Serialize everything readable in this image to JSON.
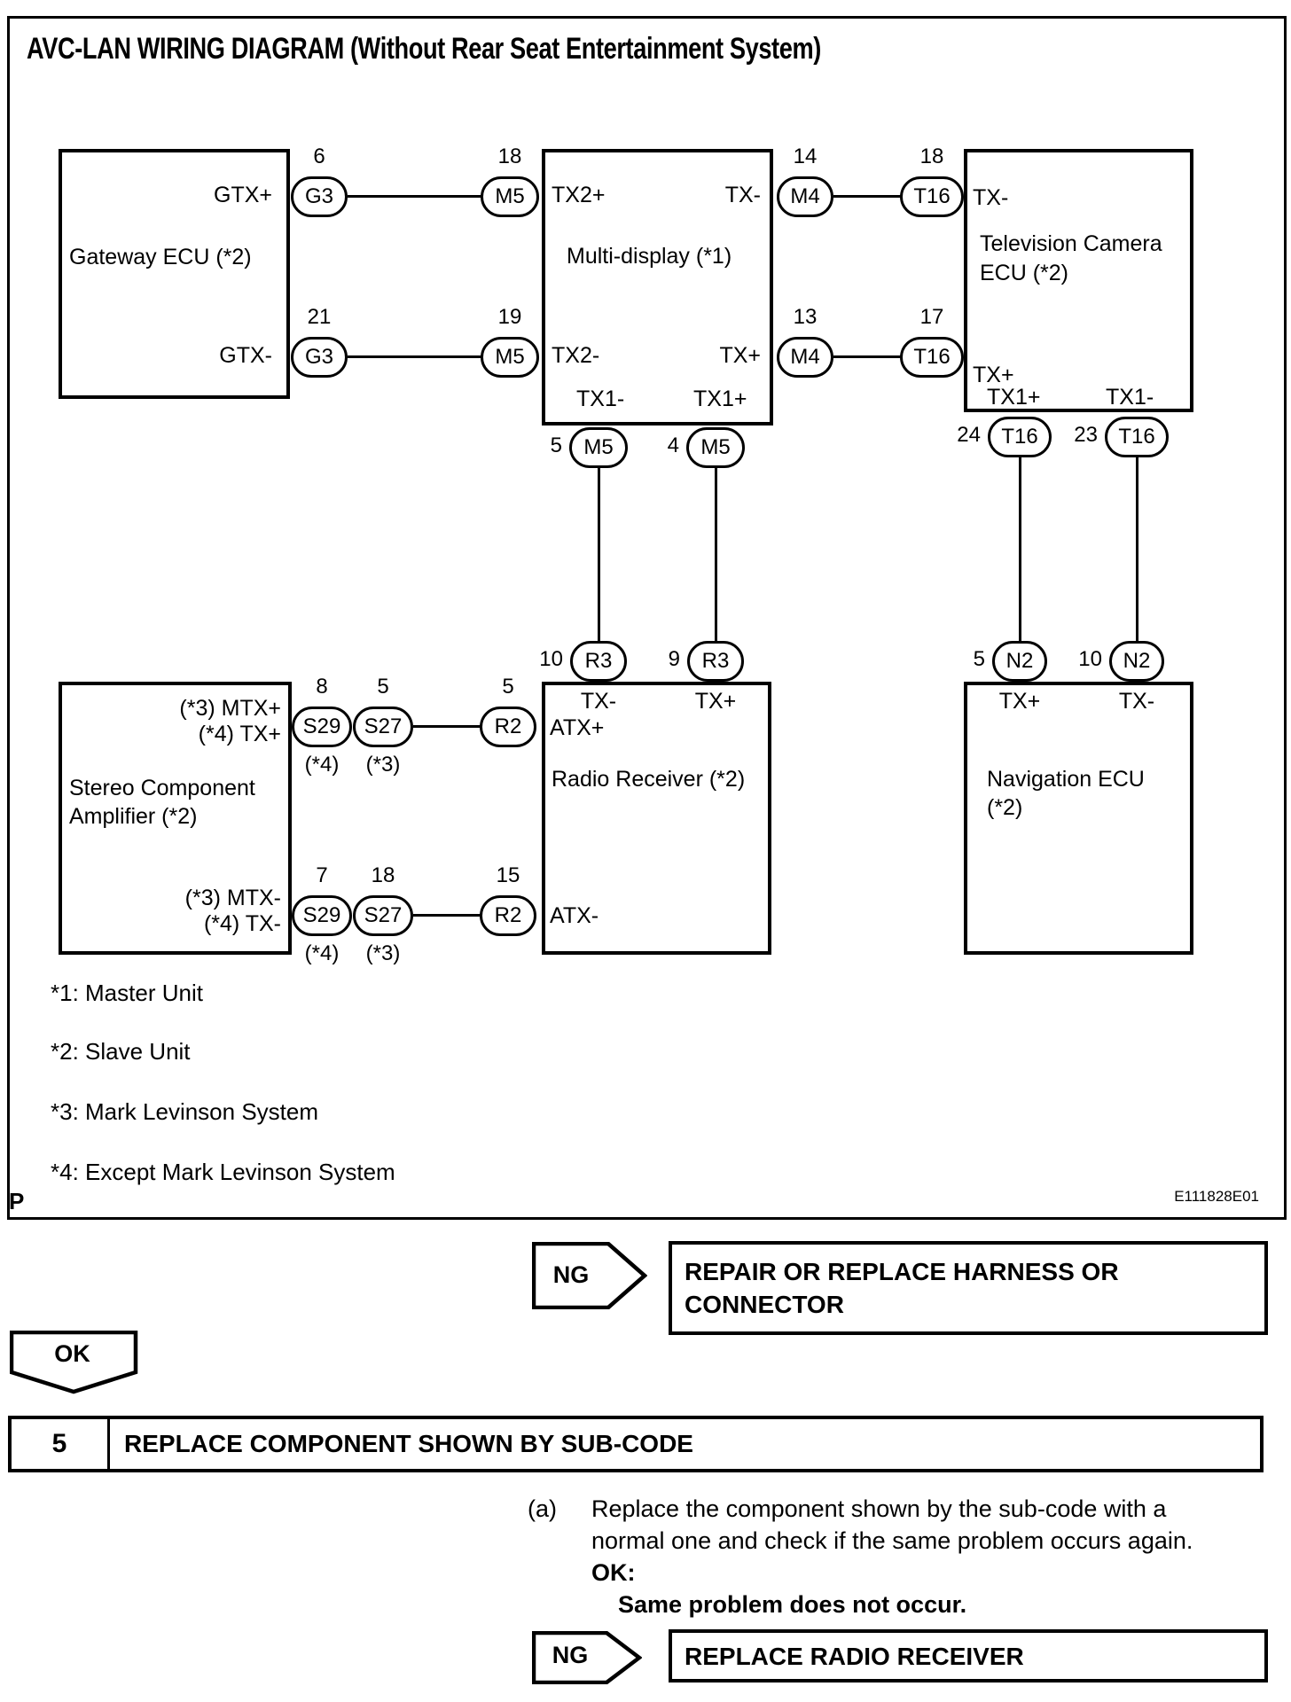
{
  "title": "AVC-LAN WIRING DIAGRAM (Without Rear Seat Entertainment System)",
  "figure_code": "E111828E01",
  "page_letter": "P",
  "boxes": {
    "gateway": {
      "name": "Gateway ECU (*2)",
      "ports": {
        "gtx_plus": "GTX+",
        "gtx_minus": "GTX-"
      }
    },
    "multi": {
      "name": "Multi-display (*1)",
      "ports": {
        "tx2_plus": "TX2+",
        "tx_minus": "TX-",
        "tx2_minus": "TX2-",
        "tx_plus": "TX+",
        "tx1_minus": "TX1-",
        "tx1_plus": "TX1+"
      }
    },
    "tv": {
      "name_line1": "Television Camera",
      "name_line2": "ECU (*2)",
      "ports": {
        "tx_minus": "TX-",
        "tx_plus": "TX+",
        "tx1_plus": "TX1+",
        "tx1_minus": "TX1-"
      }
    },
    "amp": {
      "name_line1": "Stereo Component",
      "name_line2": "Amplifier (*2)",
      "ports": {
        "mtx_plus": "(*3) MTX+",
        "tx_plus": "(*4) TX+",
        "mtx_minus": "(*3) MTX-",
        "tx_minus": "(*4) TX-"
      }
    },
    "radio": {
      "name": "Radio Receiver (*2)",
      "ports": {
        "tx_minus": "TX-",
        "tx_plus": "TX+",
        "atx_plus": "ATX+",
        "atx_minus": "ATX-"
      }
    },
    "nav": {
      "name_line1": "Navigation ECU",
      "name_line2": "(*2)",
      "ports": {
        "tx_plus": "TX+",
        "tx_minus": "TX-"
      }
    }
  },
  "connectors": [
    {
      "code": "G3",
      "pin": "6"
    },
    {
      "code": "M5",
      "pin": "18"
    },
    {
      "code": "M4",
      "pin": "14"
    },
    {
      "code": "T16",
      "pin": "18"
    },
    {
      "code": "G3",
      "pin": "21"
    },
    {
      "code": "M5",
      "pin": "19"
    },
    {
      "code": "M4",
      "pin": "13"
    },
    {
      "code": "T16",
      "pin": "17"
    },
    {
      "code": "M5",
      "pin": "5"
    },
    {
      "code": "M5",
      "pin": "4"
    },
    {
      "code": "T16",
      "pin": "24"
    },
    {
      "code": "T16",
      "pin": "23"
    },
    {
      "code": "R3",
      "pin": "10"
    },
    {
      "code": "R3",
      "pin": "9"
    },
    {
      "code": "N2",
      "pin": "5"
    },
    {
      "code": "N2",
      "pin": "10"
    },
    {
      "code": "S29",
      "pin": "8",
      "note": "(*4)"
    },
    {
      "code": "S27",
      "pin": "5",
      "note": "(*3)"
    },
    {
      "code": "R2",
      "pin": "5"
    },
    {
      "code": "S29",
      "pin": "7",
      "note": "(*4)"
    },
    {
      "code": "S27",
      "pin": "18",
      "note": "(*3)"
    },
    {
      "code": "R2",
      "pin": "15"
    }
  ],
  "footnotes": [
    "*1: Master Unit",
    "*2: Slave Unit",
    "*3: Mark Levinson System",
    "*4: Except Mark Levinson System"
  ],
  "flowchart": {
    "ng1": "NG",
    "result1_line1": "REPAIR OR REPLACE HARNESS OR",
    "result1_line2": "CONNECTOR",
    "ok": "OK",
    "step_number": "5",
    "step_title": "REPLACE COMPONENT SHOWN BY SUB-CODE",
    "item_marker": "(a)",
    "item_line1": "Replace the component shown by the sub-code with a",
    "item_line2": "normal one and check if the same problem occurs again.",
    "ok_heading": "OK:",
    "ok_text": "Same problem does not occur.",
    "ng2": "NG",
    "result2": "REPLACE RADIO RECEIVER"
  }
}
